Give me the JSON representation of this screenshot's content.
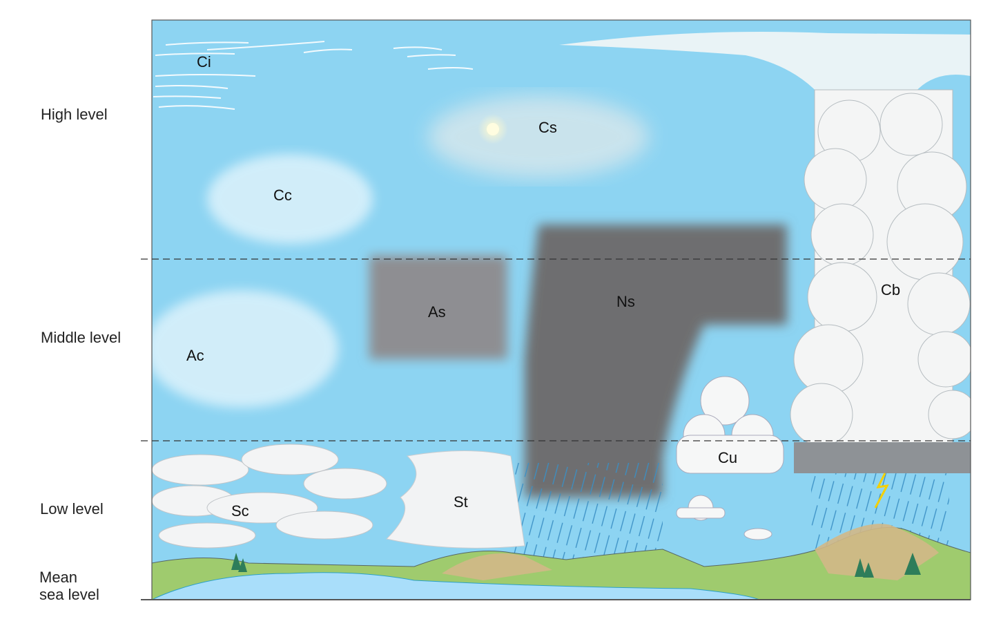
{
  "levels": {
    "high": "High level",
    "middle": "Middle level",
    "low": "Low level",
    "sea_line1": "Mean",
    "sea_line2": "sea level"
  },
  "clouds": {
    "ci": "Ci",
    "cs": "Cs",
    "cc": "Cc",
    "as": "As",
    "ns": "Ns",
    "ac": "Ac",
    "cb": "Cb",
    "cu": "Cu",
    "sc": "Sc",
    "st": "St"
  },
  "colors": {
    "sky": "#8dd4f2",
    "land": "#9fcb6e",
    "water": "#a9defa",
    "nimbus": "#6e6e70",
    "rain": "#3a8fc4"
  }
}
